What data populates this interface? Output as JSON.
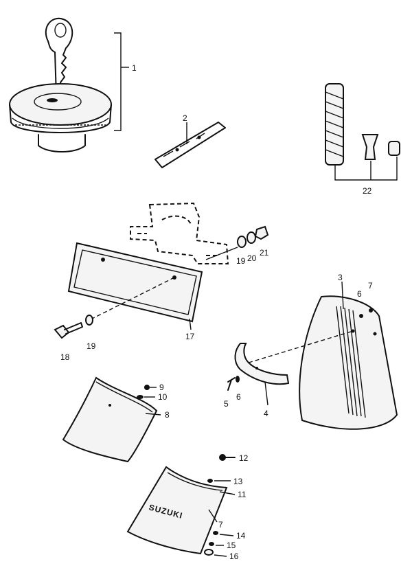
{
  "callouts": {
    "n1": "1",
    "n2": "2",
    "n3": "3",
    "n4": "4",
    "n5": "5",
    "n6a": "6",
    "n6b": "6",
    "n7a": "7",
    "n7b": "7",
    "n8": "8",
    "n9": "9",
    "n10": "10",
    "n11": "11",
    "n12": "12",
    "n13": "13",
    "n14": "14",
    "n15": "15",
    "n16": "16",
    "n17": "17",
    "n18": "18",
    "n19a": "19",
    "n19b": "19",
    "n20": "20",
    "n21": "21",
    "n22": "22"
  },
  "flap_logo": "SUZUKI"
}
